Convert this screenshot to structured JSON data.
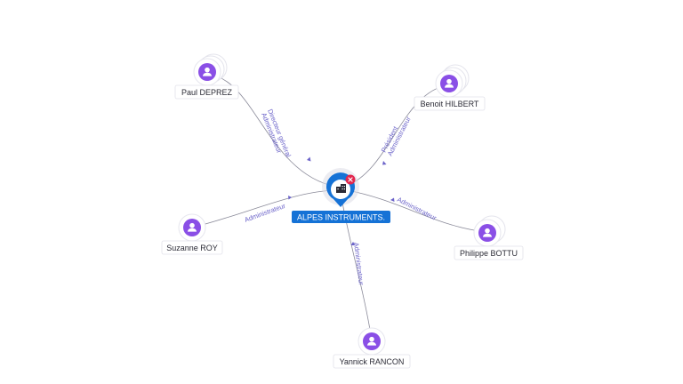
{
  "company": {
    "name": "ALPES INSTRUMENTS.",
    "icon": "building-icon",
    "badge_icon": "close-icon",
    "colors": {
      "pin": "#1572d6",
      "badge": "#e2264d"
    }
  },
  "people": [
    {
      "id": "paul",
      "name": "Paul DEPREZ",
      "icon": "user-icon",
      "roles": [
        "Directeur général",
        "Administrateur"
      ]
    },
    {
      "id": "benoit",
      "name": "Benoit HILBERT",
      "icon": "user-icon",
      "roles": [
        "Président",
        "Administrateur"
      ]
    },
    {
      "id": "suzanne",
      "name": "Suzanne ROY",
      "icon": "user-icon",
      "roles": [
        "Administrateur"
      ]
    },
    {
      "id": "philippe",
      "name": "Philippe BOTTU",
      "icon": "user-icon",
      "roles": [
        "Administrateur"
      ]
    },
    {
      "id": "yannick",
      "name": "Yannick RANCON",
      "icon": "user-icon",
      "roles": [
        "Administrateur"
      ]
    }
  ],
  "colors": {
    "person": "#8a4fe6",
    "edge_label": "#6b63c9",
    "edge": "#8a8a99"
  }
}
